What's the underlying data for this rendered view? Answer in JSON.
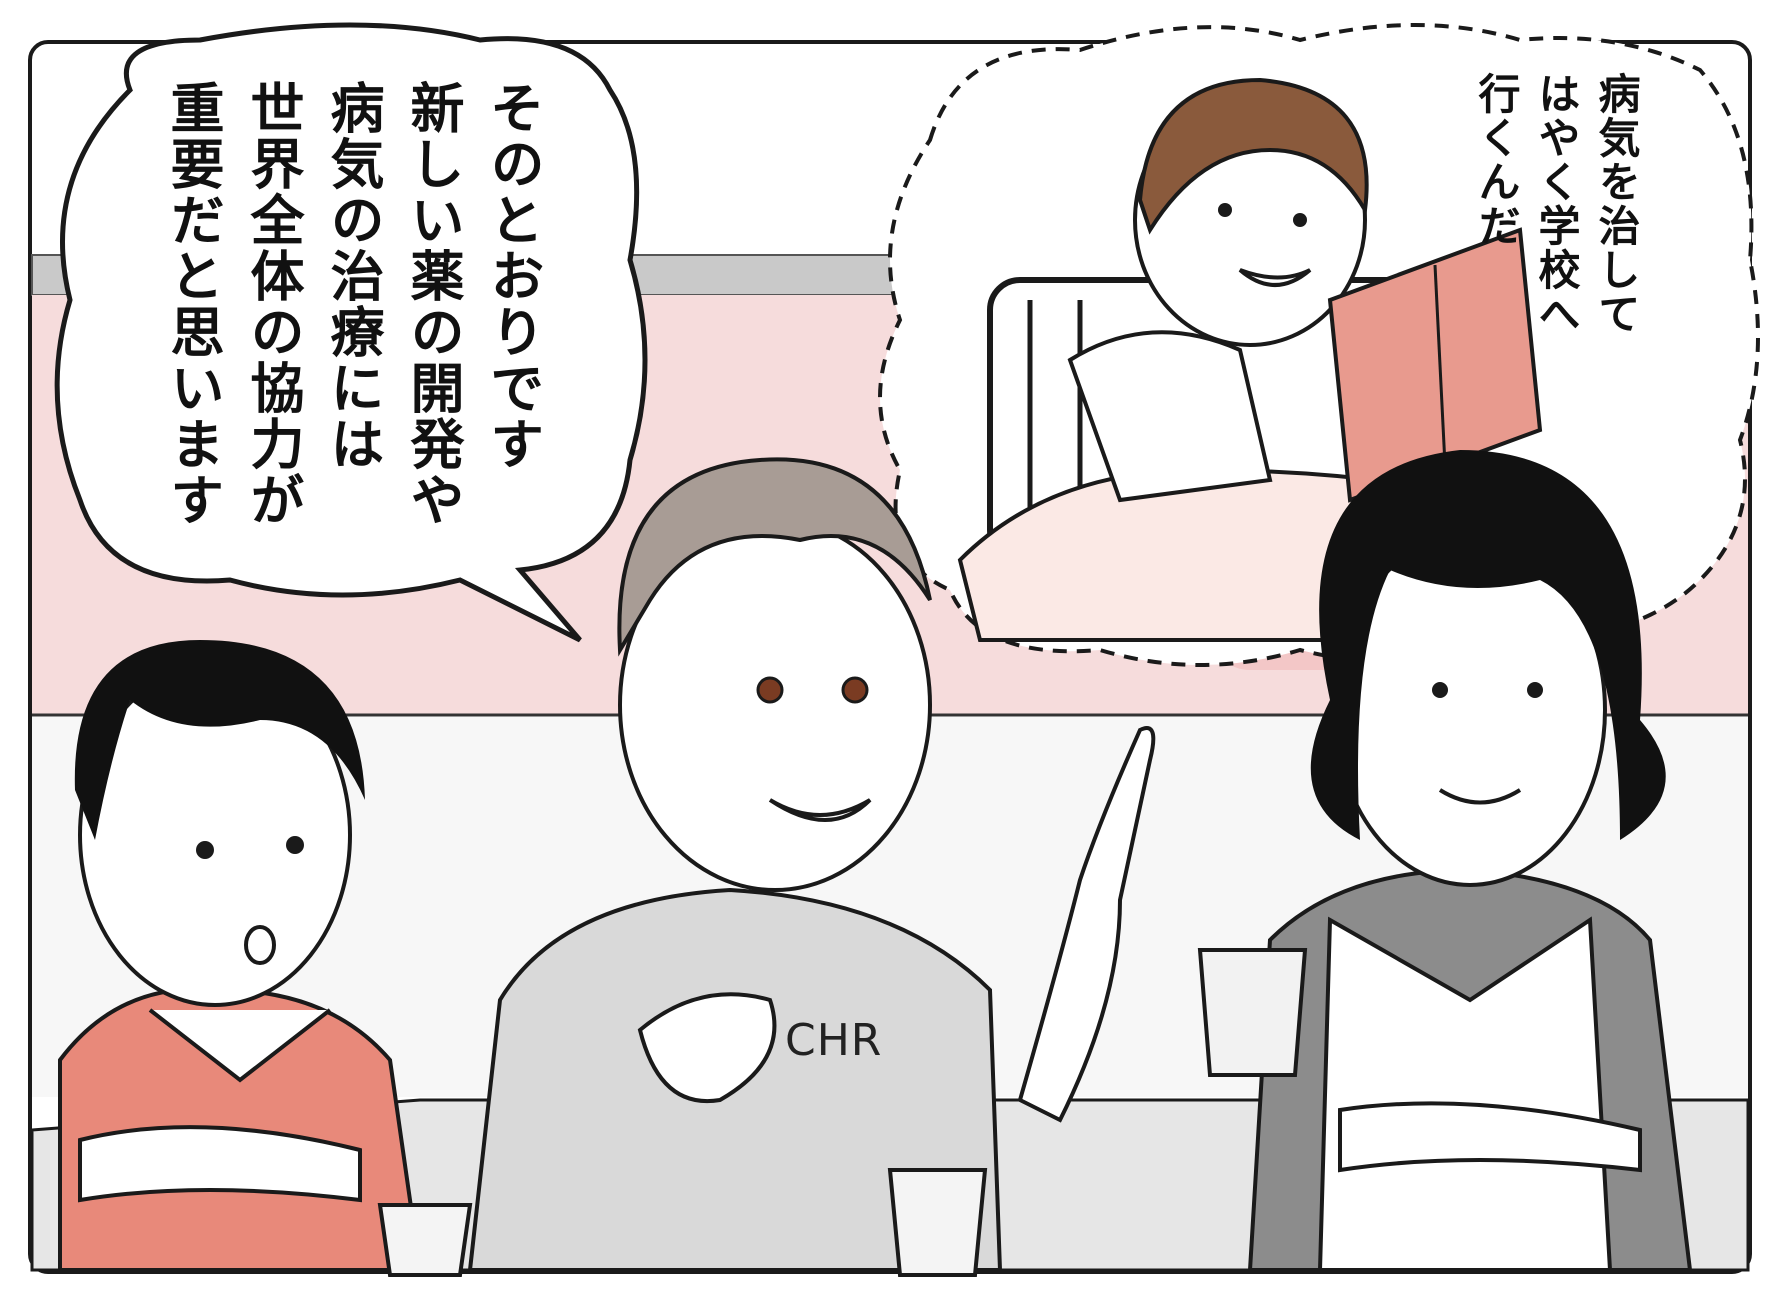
{
  "speech_bubble": {
    "lines": [
      "そのとおりです",
      "新しい薬の開発や",
      "病気の治療には",
      "世界全体の協力が",
      "重要だと思います"
    ]
  },
  "thought_bubble": {
    "lines": [
      "病気を治して",
      "はやく学校へ",
      "行くんだ"
    ]
  },
  "shirt_label": "CHR",
  "colors": {
    "outline": "#1a1a1a",
    "wall_pink": "#f6dcdc",
    "table_gray": "#e8e8e8",
    "salmon": "#e8897a",
    "brown_hair": "#8a5a3c",
    "gray_hair": "#a89c95",
    "dark_hair": "#111111"
  }
}
